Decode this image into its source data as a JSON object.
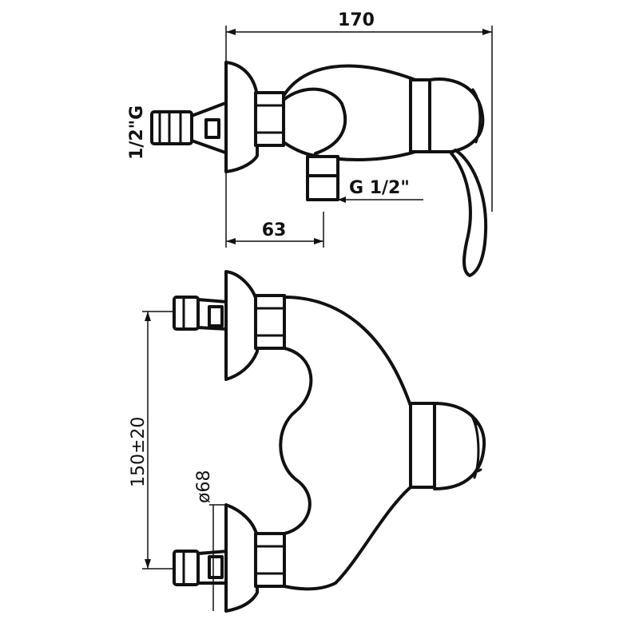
{
  "dimensions": {
    "overall_width": "170",
    "inlet_thread": "1/2\"G",
    "outlet_thread": "G 1/2\"",
    "inlet_offset": "63",
    "center_distance": "150±20",
    "escutcheon_diameter": "ø68"
  }
}
